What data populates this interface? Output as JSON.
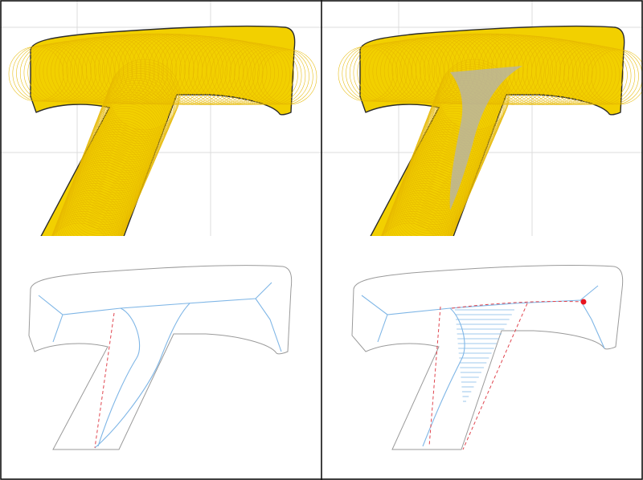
{
  "figure": {
    "panel_count": 4,
    "panels": [
      {
        "name": "circle-sweep-top-left",
        "style": "circle-sweep",
        "highlight": false
      },
      {
        "name": "circle-sweep-top-right",
        "style": "circle-sweep",
        "highlight": true
      },
      {
        "name": "medial-axis-bottom-left",
        "style": "outline-medial-axis"
      },
      {
        "name": "medial-axis-bottom-right",
        "style": "outline-medial-axis-hatched"
      }
    ],
    "colors": {
      "fill": "#f2d000",
      "circle_stroke": "#e6b800",
      "outline": "#2b2b2b",
      "thin_outline": "#9a9a9a",
      "medial_axis": "#7fb6e6",
      "dashed": "#e0454f",
      "highlight": "#b3b3b3",
      "grid": "#dcdcdc",
      "frame": "#111111",
      "marker": "#e8141e"
    }
  }
}
